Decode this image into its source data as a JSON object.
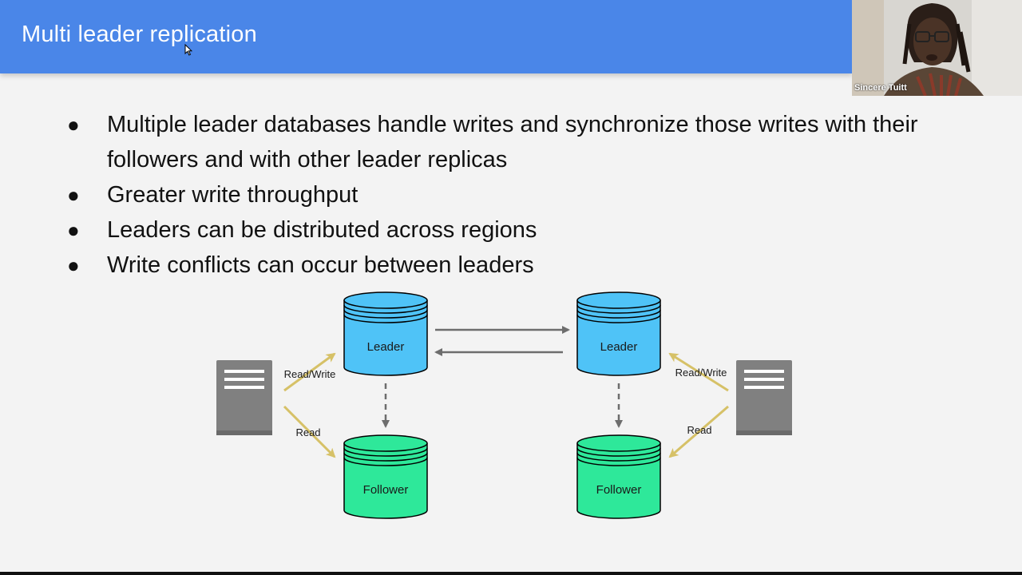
{
  "slide": {
    "title": "Multi leader replication",
    "bullets": [
      "Multiple leader databases handle writes and synchronize those writes with their followers and with other leader replicas",
      "Greater write throughput",
      "Leaders can be distributed across regions",
      "Write conflicts can occur between leaders"
    ]
  },
  "participant": {
    "name": "Sincere Tuitt"
  },
  "diagram": {
    "left": {
      "leader_label": "Leader",
      "follower_label": "Follower",
      "readwrite_label": "Read/Write",
      "read_label": "Read"
    },
    "right": {
      "leader_label": "Leader",
      "follower_label": "Follower",
      "readwrite_label": "Read/Write",
      "read_label": "Read"
    },
    "colors": {
      "leader": "#4fc3f7",
      "follower": "#2ee89a",
      "client": "#808080",
      "client_arrow": "#d6c167",
      "sync_arrow": "#6d6d6d"
    }
  }
}
